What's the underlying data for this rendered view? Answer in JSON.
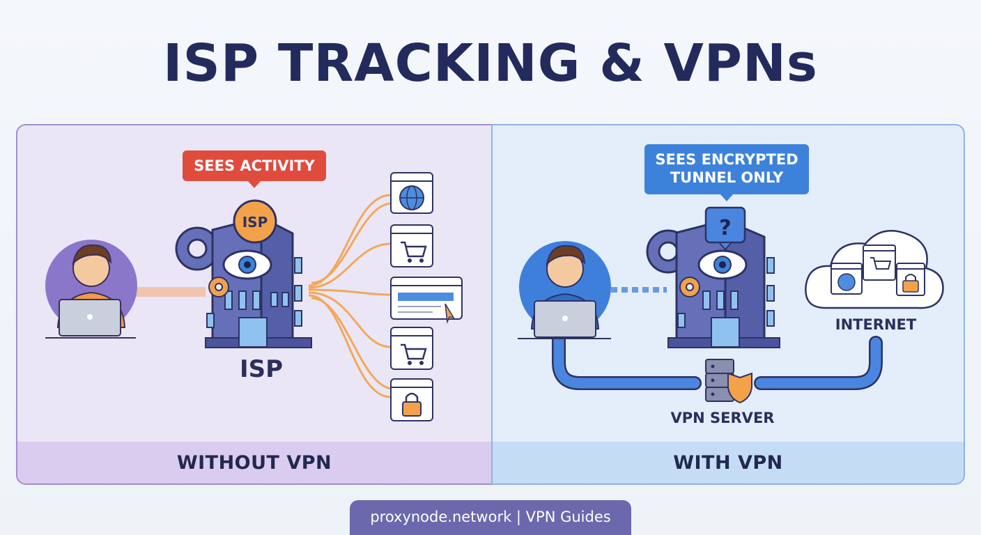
{
  "title": "ISP TRACKING & VPNs",
  "left_panel": {
    "badge": "SEES ACTIVITY",
    "isp_sign": "ISP",
    "isp_label": "ISP",
    "footer": "WITHOUT VPN",
    "site_icons": [
      "globe-icon",
      "cart-icon",
      "browser-click-icon",
      "cart-icon",
      "lock-icon"
    ]
  },
  "right_panel": {
    "badge_line1": "SEES ENCRYPTED",
    "badge_line2": "TUNNEL ONLY",
    "isp_bubble": "?",
    "internet_label": "INTERNET",
    "server_label": "VPN SERVER",
    "footer": "WITH VPN"
  },
  "footer_tag": "proxynode.network | VPN Guides",
  "colors": {
    "title": "#232a5c",
    "badge_red": "#df4b3d",
    "badge_blue": "#3c82db",
    "left_panel_bg": "#ebe6f6",
    "right_panel_bg": "#e3eefa",
    "orange_lines": "#f3a24a",
    "blue_tunnel": "#3f7fdc",
    "building": "#6670b8",
    "footer_tag_bg": "#6b68ad"
  }
}
